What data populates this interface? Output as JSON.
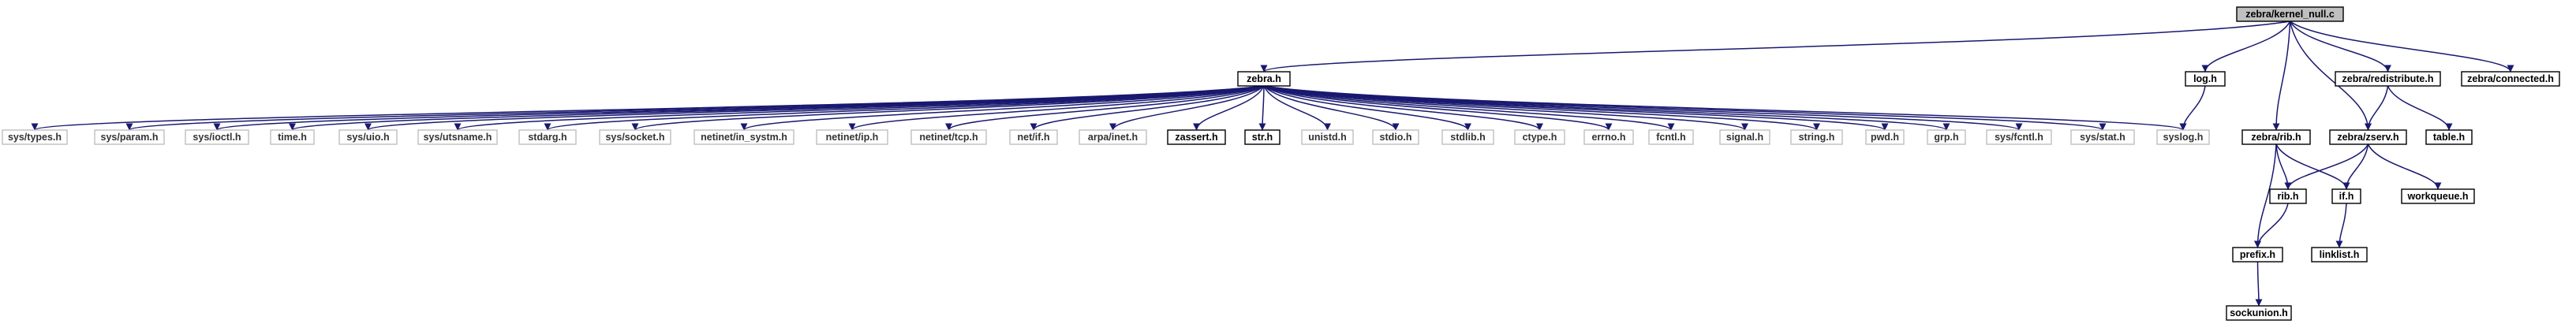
{
  "colors": {
    "edge": "#191970",
    "node_border": "#000000",
    "system_border": "#bfbfbf",
    "root_fill": "#bfbfbf",
    "background": "#ffffff"
  },
  "nodes": [
    {
      "id": "root",
      "label": "zebra/kernel_null.c",
      "kind": "root"
    },
    {
      "id": "zebra_h",
      "label": "zebra.h",
      "kind": "local"
    },
    {
      "id": "log_h",
      "label": "log.h",
      "kind": "local"
    },
    {
      "id": "zebra_redistribute_h",
      "label": "zebra/redistribute.h",
      "kind": "local"
    },
    {
      "id": "zebra_connected_h",
      "label": "zebra/connected.h",
      "kind": "local"
    },
    {
      "id": "sys_types_h",
      "label": "sys/types.h",
      "kind": "system"
    },
    {
      "id": "sys_param_h",
      "label": "sys/param.h",
      "kind": "system"
    },
    {
      "id": "sys_ioctl_h",
      "label": "sys/ioctl.h",
      "kind": "system"
    },
    {
      "id": "time_h",
      "label": "time.h",
      "kind": "system"
    },
    {
      "id": "sys_uio_h",
      "label": "sys/uio.h",
      "kind": "system"
    },
    {
      "id": "sys_utsname_h",
      "label": "sys/utsname.h",
      "kind": "system"
    },
    {
      "id": "stdarg_h",
      "label": "stdarg.h",
      "kind": "system"
    },
    {
      "id": "sys_socket_h",
      "label": "sys/socket.h",
      "kind": "system"
    },
    {
      "id": "netinet_in_systm_h",
      "label": "netinet/in_systm.h",
      "kind": "system"
    },
    {
      "id": "netinet_ip_h",
      "label": "netinet/ip.h",
      "kind": "system"
    },
    {
      "id": "netinet_tcp_h",
      "label": "netinet/tcp.h",
      "kind": "system"
    },
    {
      "id": "net_if_h",
      "label": "net/if.h",
      "kind": "system"
    },
    {
      "id": "arpa_inet_h",
      "label": "arpa/inet.h",
      "kind": "system"
    },
    {
      "id": "zassert_h",
      "label": "zassert.h",
      "kind": "local"
    },
    {
      "id": "str_h",
      "label": "str.h",
      "kind": "local"
    },
    {
      "id": "unistd_h",
      "label": "unistd.h",
      "kind": "system"
    },
    {
      "id": "stdio_h",
      "label": "stdio.h",
      "kind": "system"
    },
    {
      "id": "stdlib_h",
      "label": "stdlib.h",
      "kind": "system"
    },
    {
      "id": "ctype_h",
      "label": "ctype.h",
      "kind": "system"
    },
    {
      "id": "errno_h",
      "label": "errno.h",
      "kind": "system"
    },
    {
      "id": "fcntl_h",
      "label": "fcntl.h",
      "kind": "system"
    },
    {
      "id": "signal_h",
      "label": "signal.h",
      "kind": "system"
    },
    {
      "id": "string_h",
      "label": "string.h",
      "kind": "system"
    },
    {
      "id": "pwd_h",
      "label": "pwd.h",
      "kind": "system"
    },
    {
      "id": "grp_h",
      "label": "grp.h",
      "kind": "system"
    },
    {
      "id": "sys_fcntl_h",
      "label": "sys/fcntl.h",
      "kind": "system"
    },
    {
      "id": "sys_stat_h",
      "label": "sys/stat.h",
      "kind": "system"
    },
    {
      "id": "syslog_h",
      "label": "syslog.h",
      "kind": "system"
    },
    {
      "id": "zebra_rib_h",
      "label": "zebra/rib.h",
      "kind": "local"
    },
    {
      "id": "zebra_zserv_h",
      "label": "zebra/zserv.h",
      "kind": "local"
    },
    {
      "id": "table_h",
      "label": "table.h",
      "kind": "local"
    },
    {
      "id": "rib_h",
      "label": "rib.h",
      "kind": "local"
    },
    {
      "id": "if_h",
      "label": "if.h",
      "kind": "local"
    },
    {
      "id": "workqueue_h",
      "label": "workqueue.h",
      "kind": "local"
    },
    {
      "id": "prefix_h",
      "label": "prefix.h",
      "kind": "local"
    },
    {
      "id": "linklist_h",
      "label": "linklist.h",
      "kind": "local"
    },
    {
      "id": "sockunion_h",
      "label": "sockunion.h",
      "kind": "local"
    }
  ],
  "edges": [
    [
      "root",
      "zebra_h"
    ],
    [
      "root",
      "log_h"
    ],
    [
      "root",
      "zebra_rib_h"
    ],
    [
      "root",
      "zebra_zserv_h"
    ],
    [
      "root",
      "zebra_redistribute_h"
    ],
    [
      "root",
      "zebra_connected_h"
    ],
    [
      "zebra_h",
      "sys_types_h"
    ],
    [
      "zebra_h",
      "sys_param_h"
    ],
    [
      "zebra_h",
      "sys_ioctl_h"
    ],
    [
      "zebra_h",
      "time_h"
    ],
    [
      "zebra_h",
      "sys_uio_h"
    ],
    [
      "zebra_h",
      "sys_utsname_h"
    ],
    [
      "zebra_h",
      "stdarg_h"
    ],
    [
      "zebra_h",
      "sys_socket_h"
    ],
    [
      "zebra_h",
      "netinet_in_systm_h"
    ],
    [
      "zebra_h",
      "netinet_ip_h"
    ],
    [
      "zebra_h",
      "netinet_tcp_h"
    ],
    [
      "zebra_h",
      "net_if_h"
    ],
    [
      "zebra_h",
      "arpa_inet_h"
    ],
    [
      "zebra_h",
      "zassert_h"
    ],
    [
      "zebra_h",
      "str_h"
    ],
    [
      "zebra_h",
      "unistd_h"
    ],
    [
      "zebra_h",
      "stdio_h"
    ],
    [
      "zebra_h",
      "stdlib_h"
    ],
    [
      "zebra_h",
      "ctype_h"
    ],
    [
      "zebra_h",
      "errno_h"
    ],
    [
      "zebra_h",
      "fcntl_h"
    ],
    [
      "zebra_h",
      "signal_h"
    ],
    [
      "zebra_h",
      "string_h"
    ],
    [
      "zebra_h",
      "pwd_h"
    ],
    [
      "zebra_h",
      "grp_h"
    ],
    [
      "zebra_h",
      "sys_fcntl_h"
    ],
    [
      "zebra_h",
      "sys_stat_h"
    ],
    [
      "zebra_h",
      "syslog_h"
    ],
    [
      "log_h",
      "syslog_h"
    ],
    [
      "zebra_rib_h",
      "rib_h"
    ],
    [
      "zebra_rib_h",
      "if_h"
    ],
    [
      "zebra_rib_h",
      "prefix_h"
    ],
    [
      "zebra_redistribute_h",
      "table_h"
    ],
    [
      "zebra_redistribute_h",
      "zebra_zserv_h"
    ],
    [
      "zebra_zserv_h",
      "rib_h"
    ],
    [
      "zebra_zserv_h",
      "if_h"
    ],
    [
      "zebra_zserv_h",
      "workqueue_h"
    ],
    [
      "rib_h",
      "prefix_h"
    ],
    [
      "if_h",
      "linklist_h"
    ],
    [
      "prefix_h",
      "sockunion_h"
    ]
  ]
}
